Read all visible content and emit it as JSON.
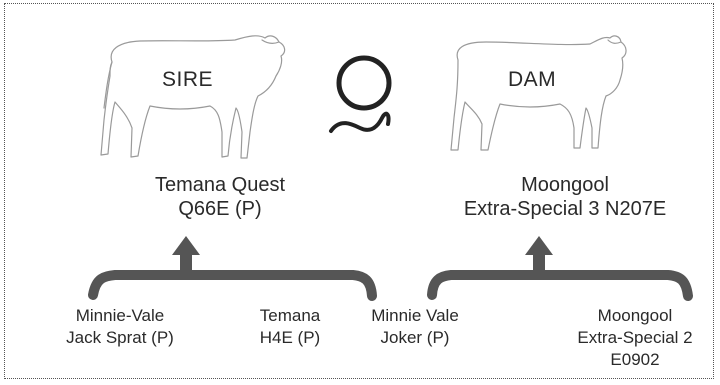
{
  "sire": {
    "label": "SIRE",
    "name_line1": "Temana Quest",
    "name_line2": "Q66E (P)"
  },
  "dam": {
    "label": "DAM",
    "name_line1": "Moongool",
    "name_line2": "Extra-Special 3 N207E"
  },
  "polled_symbol": "P",
  "sire_parents": [
    {
      "line1": "Minnie-Vale",
      "line2": "Jack Sprat (P)"
    },
    {
      "line1": "Temana",
      "line2": "H4E (P)"
    }
  ],
  "dam_parents": [
    {
      "line1": "Minnie Vale",
      "line2": "Joker (P)"
    },
    {
      "line1": "Moongool",
      "line2": "Extra-Special 2",
      "line3": "E0902"
    }
  ],
  "colors": {
    "bracket": "#555555",
    "outline": "#9a9a9a",
    "text": "#2a2a2a"
  }
}
